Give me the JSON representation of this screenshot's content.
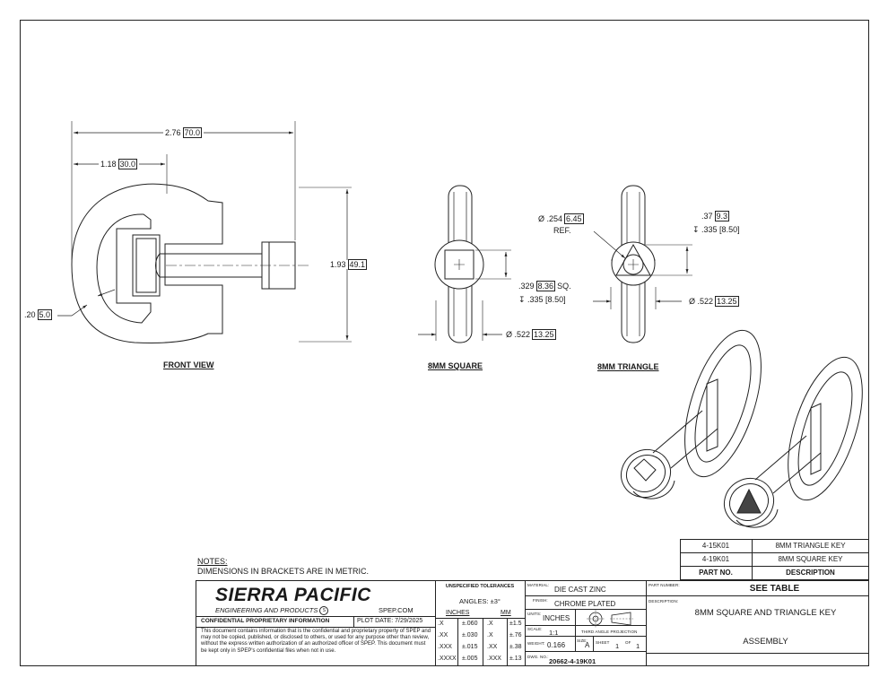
{
  "views": {
    "front": "FRONT VIEW",
    "square": "8MM SQUARE",
    "triangle": "8MM TRIANGLE"
  },
  "dims": {
    "overall_length": "2.76",
    "overall_length_mm": "70.0",
    "ring_length": "1.18",
    "ring_length_mm": "30.0",
    "height": "1.93",
    "height_mm": "49.1",
    "ring_thickness": ".20",
    "ring_thickness_mm": "5.0",
    "square_size": ".329",
    "square_size_mm": "8.36",
    "square_size_suffix": "SQ.",
    "square_depth": "↧ .335 [8.50]",
    "square_dia": "Ø .522",
    "square_dia_mm": "13.25",
    "tri_ref": "Ø .254",
    "tri_ref_mm": "6.45",
    "tri_ref_label": "REF.",
    "tri_depth_a": ".37",
    "tri_depth_a_mm": "9.3",
    "tri_depth_b": "↧ .335 [8.50]",
    "tri_dia": "Ø .522",
    "tri_dia_mm": "13.25"
  },
  "notes": {
    "heading": "NOTES:",
    "line1": "DIMENSIONS IN BRACKETS ARE IN METRIC."
  },
  "parts_table": {
    "rows": [
      {
        "part_no": "4-15K01",
        "description": "8MM TRIANGLE KEY"
      },
      {
        "part_no": "4-19K01",
        "description": "8MM SQUARE KEY"
      }
    ],
    "header_part": "PART NO.",
    "header_desc": "DESCRIPTION"
  },
  "title_block": {
    "company": "SIERRA PACIFIC",
    "company_sub": "ENGINEERING AND PRODUCTS",
    "company_mark": "S",
    "website": "SPEP.COM",
    "confidential_title": "CONFIDENTIAL PROPRIETARY INFORMATION",
    "plot_date": "PLOT DATE: 7/29/2025",
    "confidential_text": "This document contains information that is the confidential and proprietary property of SPEP and may not be copied, published, or disclosed to others, or used for any purpose  other than review, without the express written authorization of an authorized officer of SPEP. This document must be kept only in SPEP's confidential files when not in use.",
    "tolerances_title": "UNSPECIFIED TOLERANCES",
    "angles": "ANGLES: ±3°",
    "inches_hdr": "INCHES",
    "mm_hdr": "MM",
    "tolerances": [
      {
        "in": ".X",
        "in_tol": "±.060",
        "mm": ".X",
        "mm_tol": "±1.5"
      },
      {
        "in": ".XX",
        "in_tol": "±.030",
        "mm": ".X",
        "mm_tol": "±.76"
      },
      {
        "in": ".XXX",
        "in_tol": "±.015",
        "mm": ".XX",
        "mm_tol": "±.38"
      },
      {
        "in": ".XXXX",
        "in_tol": "±.005",
        "mm": ".XXX",
        "mm_tol": "±.13"
      }
    ],
    "material_lbl": "MATERIAL:",
    "material": "DIE CAST ZINC",
    "finish_lbl": "FINISH:",
    "finish": "CHROME PLATED",
    "units_lbl": "UNITS:",
    "units": "INCHES",
    "scale_lbl": "SCALE:",
    "scale": "1:1",
    "projection": "THIRD ANGLE PROJECTION",
    "weight_lbl": "WEIGHT:",
    "weight": "0.166",
    "size_lbl": "SIZE:",
    "size": "A",
    "sheet_lbl": "SHEET",
    "sheet": "1",
    "of_lbl": "OF",
    "sheet_total": "1",
    "dwg_lbl": "DWG. NO.:",
    "dwg_no": "20662-4-19K01",
    "part_number_lbl": "PART NUMBER:",
    "part_number": "SEE TABLE",
    "description_lbl": "DESCRIPTION:",
    "description_line1": "8MM SQUARE AND TRIANGLE KEY",
    "description_line2": "ASSEMBLY"
  }
}
